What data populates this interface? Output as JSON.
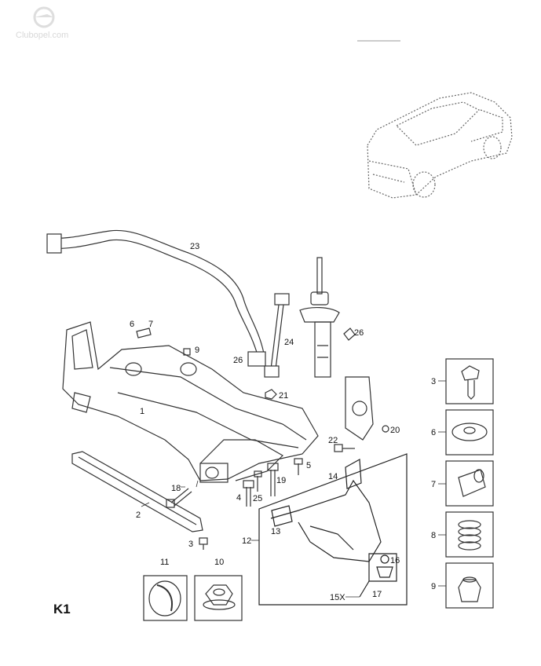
{
  "watermark": {
    "text": "Clubopel.com"
  },
  "diagram_code": "K1",
  "callouts": {
    "n1": "1",
    "n2": "2",
    "n3": "3",
    "n4": "4",
    "n5": "5",
    "n6": "6",
    "n7": "7",
    "n9": "9",
    "n10": "10",
    "n11": "11",
    "n12": "12",
    "n13": "13",
    "n14": "14",
    "n15x": "15X",
    "n16": "16",
    "n17": "17",
    "n18": "18",
    "n19": "19",
    "n20": "20",
    "n21": "21",
    "n22": "22",
    "n23": "23",
    "n24": "24",
    "n25": "25",
    "n26a": "26",
    "n26b": "26"
  },
  "detail_boxes": [
    "3",
    "6",
    "7",
    "8",
    "9"
  ]
}
